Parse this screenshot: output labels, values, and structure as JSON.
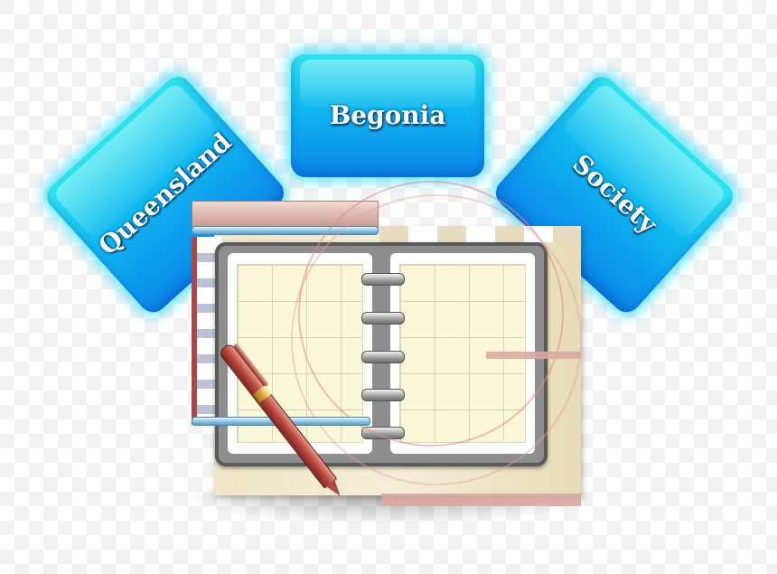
{
  "tiles": {
    "left": {
      "label": "Queensland"
    },
    "center": {
      "label": "Begonia"
    },
    "right": {
      "label": "Society"
    }
  },
  "colors": {
    "tile_top": "#2ee6f0",
    "tile_bottom": "#0a86ea",
    "tile_glow": "#28dcff",
    "page_grid": "#fbf8d9",
    "pen_body": "#b8483c",
    "accent_pink": "#d9a8a0"
  },
  "illustration": {
    "icon": "organizer-planner-icon",
    "pen_icon": "fountain-pen-icon"
  }
}
